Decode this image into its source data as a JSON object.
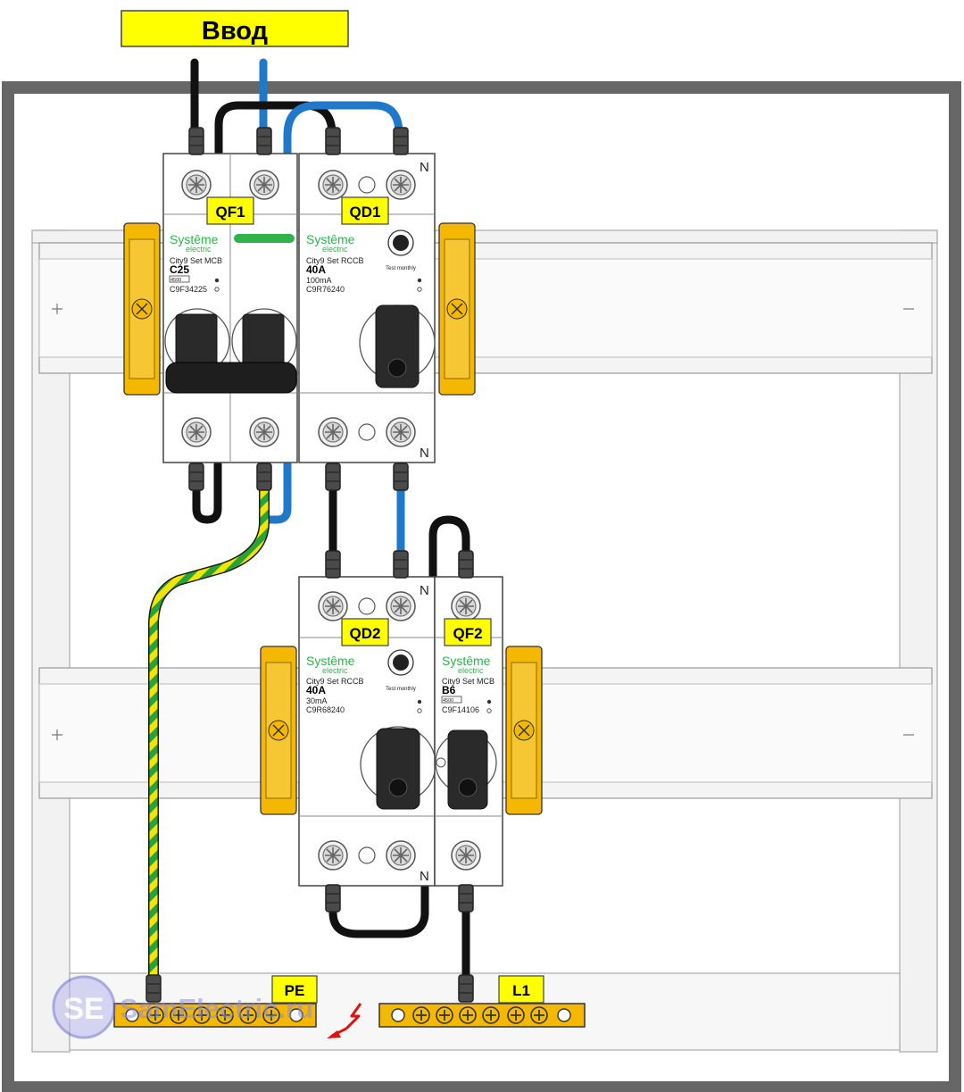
{
  "input_label": "Ввод",
  "colors": {
    "phase": "#111111",
    "neutral": "#1f78c8",
    "earth_green": "#2aa336",
    "earth_yellow": "#f2e600",
    "label_bg": "#ffff00",
    "clip_orange": "#f5b800",
    "brand_green": "#2fb34a",
    "enclosure": "#666666",
    "busbar": "#f5b800"
  },
  "devices": {
    "qf1": {
      "label": "QF1",
      "brand_top": "Systême",
      "brand_bottom": "electric",
      "series": "City9 Set MCB",
      "rating": "C25",
      "code_small": "4500",
      "article": "C9F34225"
    },
    "qd1": {
      "label": "QD1",
      "brand_top": "Systême",
      "brand_bottom": "electric",
      "series": "City9 Set RCCB",
      "rating": "40A",
      "leak": "100mA",
      "article": "C9R76240",
      "test": "Test monthly",
      "n_mark": "N"
    },
    "qd2": {
      "label": "QD2",
      "brand_top": "Systême",
      "brand_bottom": "electric",
      "series": "City9 Set RCCB",
      "rating": "40A",
      "leak": "30mA",
      "article": "C9R68240",
      "test": "Test monthly",
      "n_mark": "N"
    },
    "qf2": {
      "label": "QF2",
      "brand_top": "Systême",
      "brand_bottom": "electric",
      "series": "City9 Set MCB",
      "rating": "B6",
      "code_small": "4500",
      "article": "C9F14106"
    }
  },
  "busbars": {
    "pe": "PE",
    "l1": "L1"
  },
  "watermark": {
    "logo": "SE",
    "text": "SamElectric.ru"
  }
}
